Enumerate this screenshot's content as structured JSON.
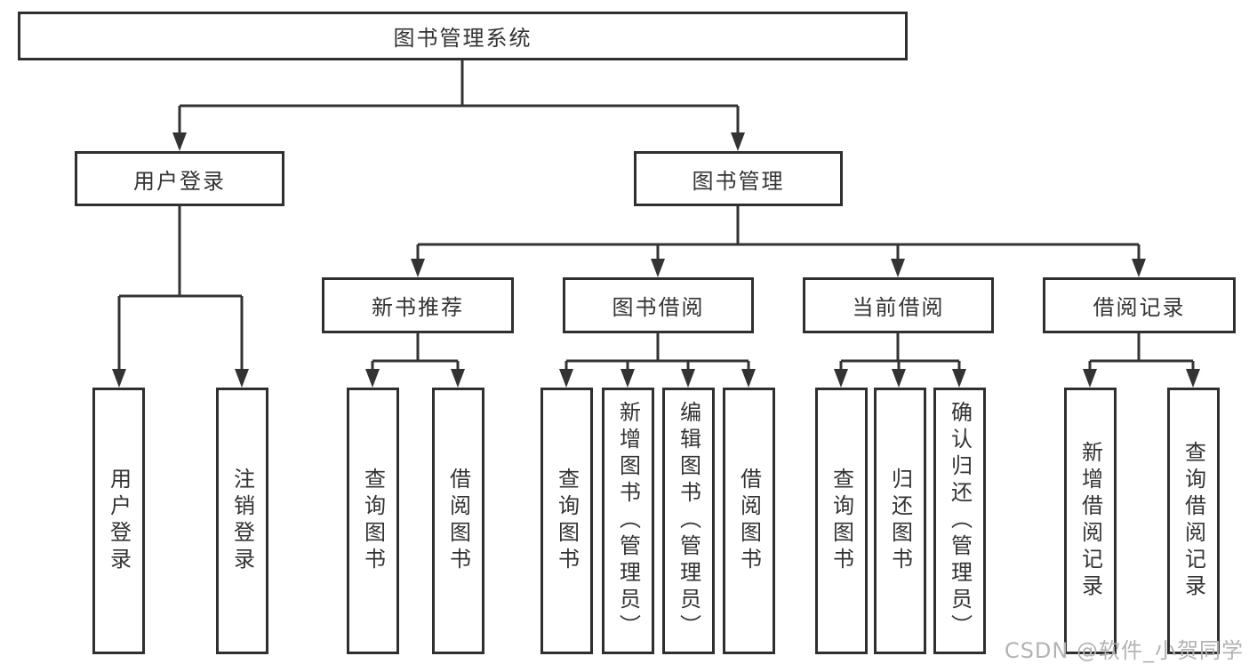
{
  "title": "图书管理系统",
  "tree": {
    "label": "图书管理系统",
    "children": [
      {
        "label": "用户登录",
        "children": [
          {
            "label": "用户登录"
          },
          {
            "label": "注销登录"
          }
        ]
      },
      {
        "label": "图书管理",
        "children": [
          {
            "label": "新书推荐",
            "children": [
              {
                "label": "查询图书"
              },
              {
                "label": "借阅图书"
              }
            ]
          },
          {
            "label": "图书借阅",
            "children": [
              {
                "label": "查询图书"
              },
              {
                "label": "新增图书（管理员）"
              },
              {
                "label": "编辑图书（管理员）"
              },
              {
                "label": "借阅图书"
              }
            ]
          },
          {
            "label": "当前借阅",
            "children": [
              {
                "label": "查询图书"
              },
              {
                "label": "归还图书"
              },
              {
                "label": "确认归还（管理员）"
              }
            ]
          },
          {
            "label": "借阅记录",
            "children": [
              {
                "label": "新增借阅记录"
              },
              {
                "label": "查询借阅记录"
              }
            ]
          }
        ]
      }
    ]
  },
  "watermark": {
    "text": "CSDN @软件_小贺同学"
  },
  "colors": {
    "line": "#333333",
    "box_border": "#2f2f2f",
    "box_background": "#ffffff",
    "text": "#333333",
    "watermark": "#b3b3b3"
  }
}
